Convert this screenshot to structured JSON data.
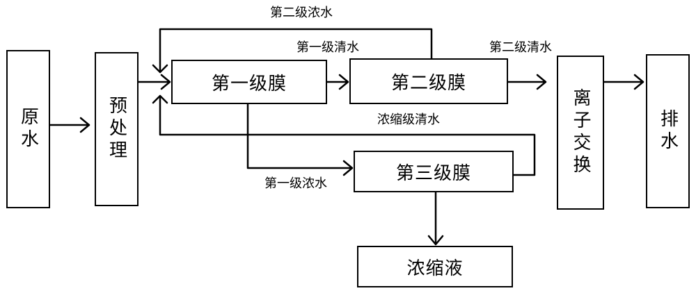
{
  "boxes": {
    "raw_water": "原水",
    "pretreatment": "预处理",
    "membrane_1": "第一级膜",
    "membrane_2": "第二级膜",
    "membrane_3": "第三级膜",
    "ion_exchange": "离子交换",
    "discharge": "排水",
    "concentrate": "浓缩液"
  },
  "labels": {
    "stage2_concentrate": "第二级浓水",
    "stage1_permeate": "第一级清水",
    "stage2_permeate": "第二级清水",
    "concentrate_permeate": "浓缩级清水",
    "stage1_concentrate": "第一级浓水"
  },
  "colors": {
    "line": "#000000",
    "background": "#ffffff"
  }
}
